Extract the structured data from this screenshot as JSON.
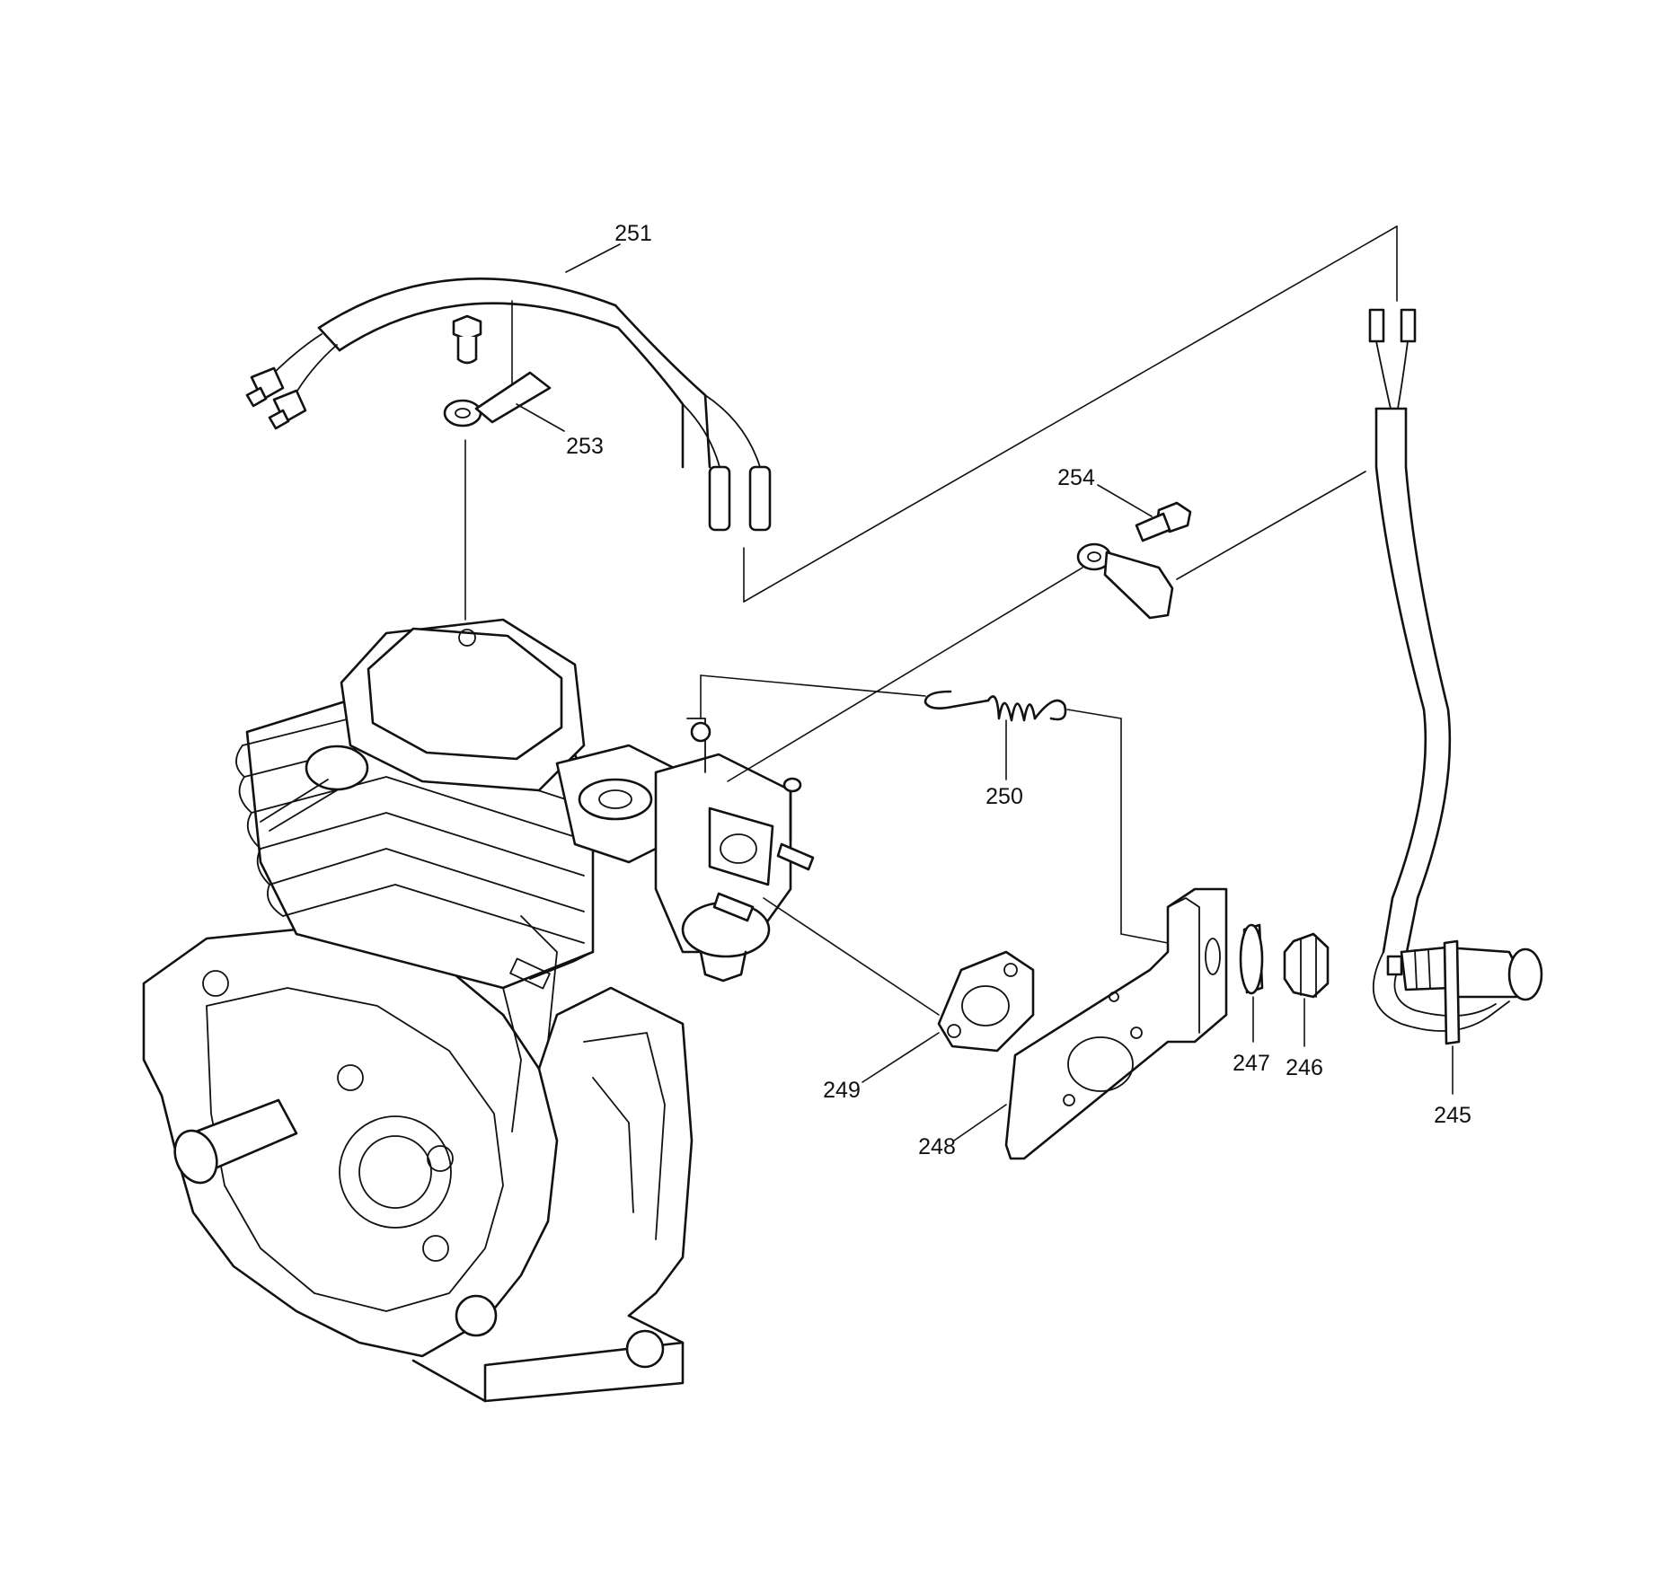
{
  "callouts": [
    {
      "id": "251",
      "text": "251"
    },
    {
      "id": "253",
      "text": "253"
    },
    {
      "id": "254",
      "text": "254"
    },
    {
      "id": "250",
      "text": "250"
    },
    {
      "id": "249",
      "text": "249"
    },
    {
      "id": "248",
      "text": "248"
    },
    {
      "id": "247",
      "text": "247"
    },
    {
      "id": "246",
      "text": "246"
    },
    {
      "id": "245",
      "text": "245"
    }
  ]
}
